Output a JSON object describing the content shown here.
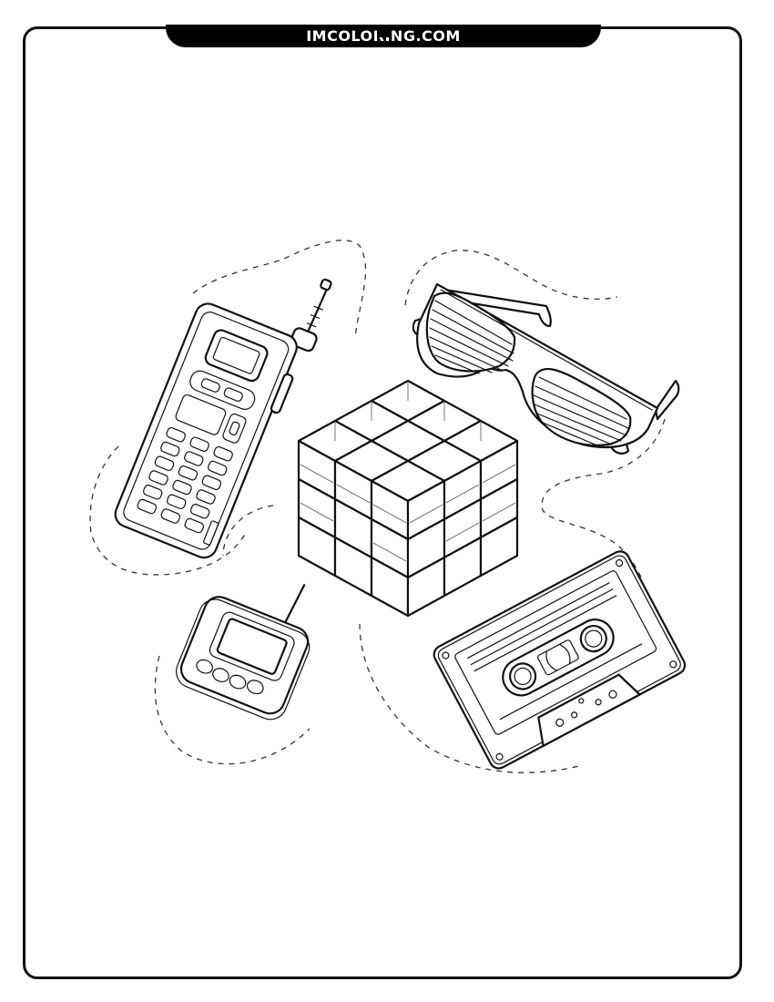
{
  "page": {
    "type": "printable coloring page",
    "banner": {
      "text": "IMCOLORING.COM",
      "background": "#000000",
      "text_color": "#FFFFFF"
    },
    "frame": {
      "border_color": "#111111",
      "background": "#FFFFFF"
    }
  },
  "illustration": {
    "style": "black line art, dashed connector paths",
    "objects": [
      {
        "id": "brick-phone",
        "label": "Brick mobile phone with antenna"
      },
      {
        "id": "shutter-shades",
        "label": "Shutter shades sunglasses"
      },
      {
        "id": "rubiks-cube",
        "label": "Rubik's cube (3x3)"
      },
      {
        "id": "pager",
        "label": "Pager with antenna"
      },
      {
        "id": "cassette-tape",
        "label": "Audio cassette tape"
      }
    ]
  }
}
